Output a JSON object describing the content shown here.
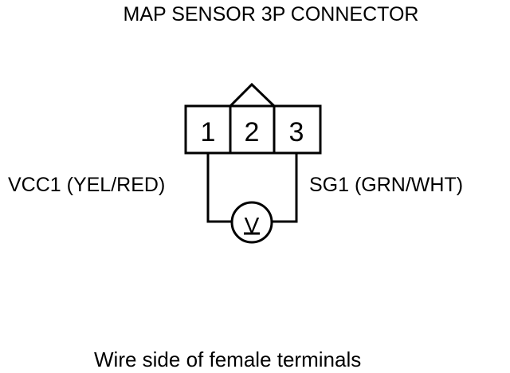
{
  "title": "MAP SENSOR 3P CONNECTOR",
  "connector": {
    "pins": [
      "1",
      "2",
      "3"
    ]
  },
  "wires": {
    "left_label": "VCC1 (YEL/RED)",
    "right_label": "SG1 (GRN/WHT)"
  },
  "meter": {
    "symbol": "V",
    "icon": "voltmeter-icon"
  },
  "caption": "Wire side of female terminals",
  "colors": {
    "line": "#000000",
    "background": "#ffffff"
  }
}
